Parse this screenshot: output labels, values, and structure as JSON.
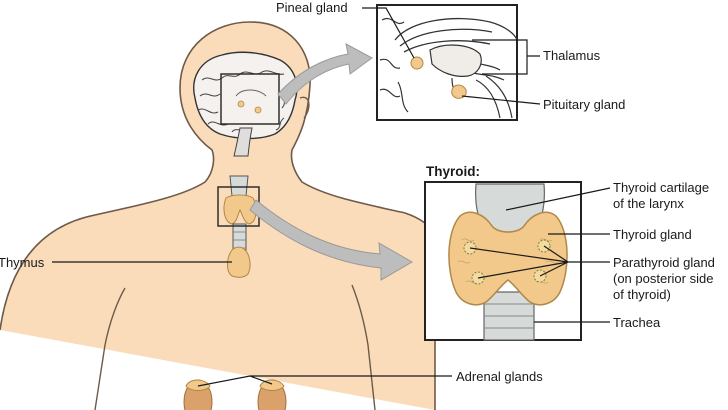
{
  "diagram": {
    "colors": {
      "skin": "#fadcba",
      "skin_outline": "#6e5a48",
      "gland": "#f2c98a",
      "gland_outline": "#b08848",
      "cartilage": "#d6dad8",
      "brain": "#f4f1ee",
      "arrow": "#bdbdbd",
      "line": "#1a1a1a"
    },
    "labels": {
      "pineal": "Pineal gland",
      "thalamus": "Thalamus",
      "pituitary": "Pituitary gland",
      "thyroid_title": "Thyroid:",
      "thyroid_cartilage_1": "Thyroid cartilage",
      "thyroid_cartilage_2": "of the larynx",
      "thyroid_gland": "Thyroid gland",
      "parathyroid_1": "Parathyroid gland",
      "parathyroid_2": "(on posterior side",
      "parathyroid_3": "of thyroid)",
      "trachea": "Trachea",
      "thymus": "Thymus",
      "adrenal": "Adrenal glands"
    }
  }
}
